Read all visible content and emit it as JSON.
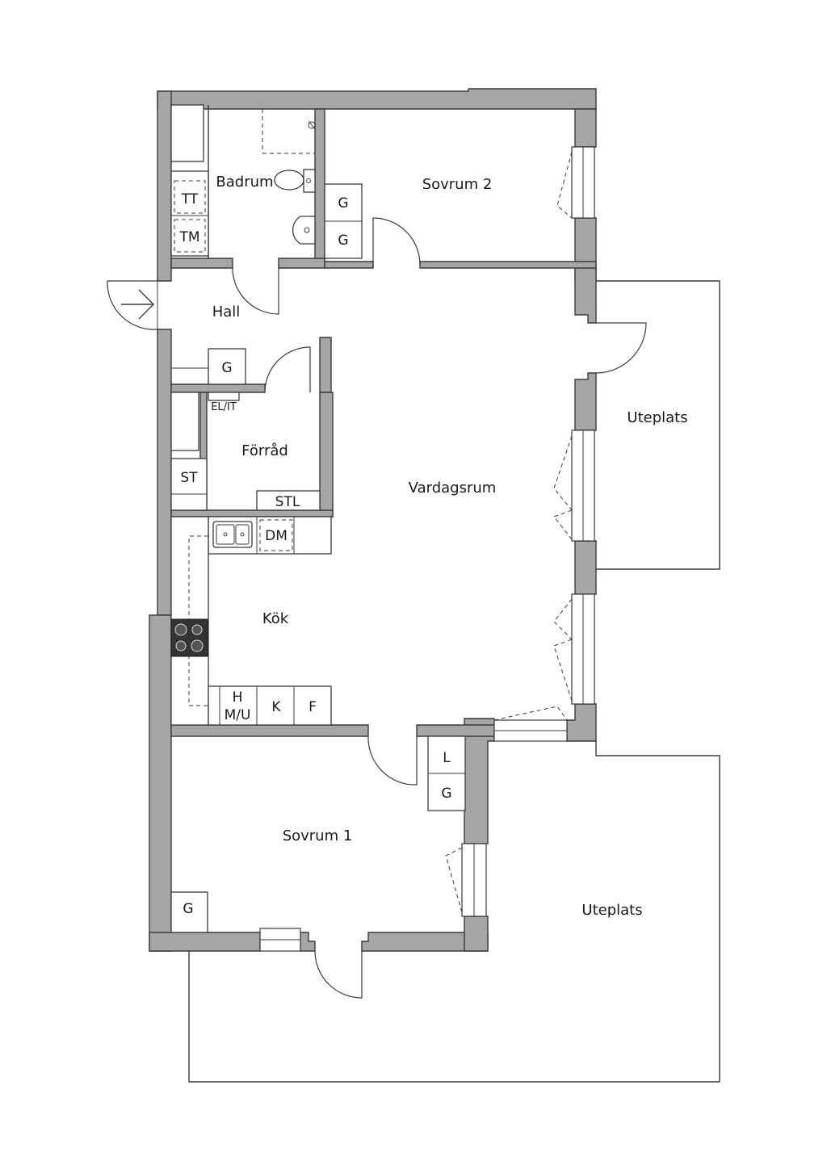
{
  "rooms": {
    "badrum": "Badrum",
    "sovrum2": "Sovrum 2",
    "hall": "Hall",
    "forrad": "Förråd",
    "vardagsrum": "Vardagsrum",
    "kok": "Kök",
    "sovrum1": "Sovrum 1",
    "uteplats_upper": "Uteplats",
    "uteplats_lower": "Uteplats"
  },
  "fixtures": {
    "tt": "TT",
    "tm": "TM",
    "g_sovrum2_a": "G",
    "g_sovrum2_b": "G",
    "g_hall": "G",
    "el_it": "EL/IT",
    "st": "ST",
    "stl": "STL",
    "dm": "DM",
    "h": "H",
    "mu": "M/U",
    "k": "K",
    "f": "F",
    "l": "L",
    "g_sovrum1_wardrobe": "G",
    "g_sovrum1_corner": "G"
  },
  "colors": {
    "wall_fill": "#a6a6a6",
    "line": "#3a3a3a",
    "background": "#ffffff"
  },
  "icons": {
    "entrance": "entrance-arrow-icon",
    "stove": "stove-icon",
    "sink": "kitchen-sink-icon",
    "toilet": "toilet-icon",
    "washbasin": "washbasin-icon",
    "shower": "shower-icon"
  }
}
